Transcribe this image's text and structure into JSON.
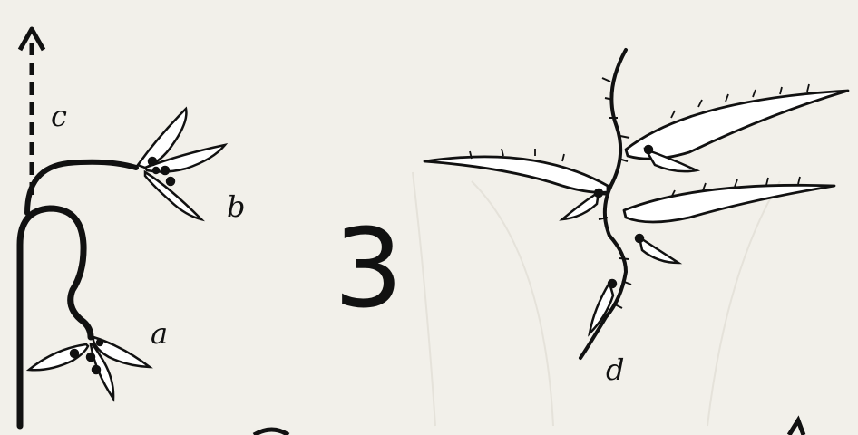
{
  "figure": {
    "number": "3",
    "labels": {
      "a": "a",
      "b": "b",
      "c": "c",
      "d": "d"
    }
  },
  "colors": {
    "ink": "#111111",
    "paper": "#f2f0ea"
  }
}
